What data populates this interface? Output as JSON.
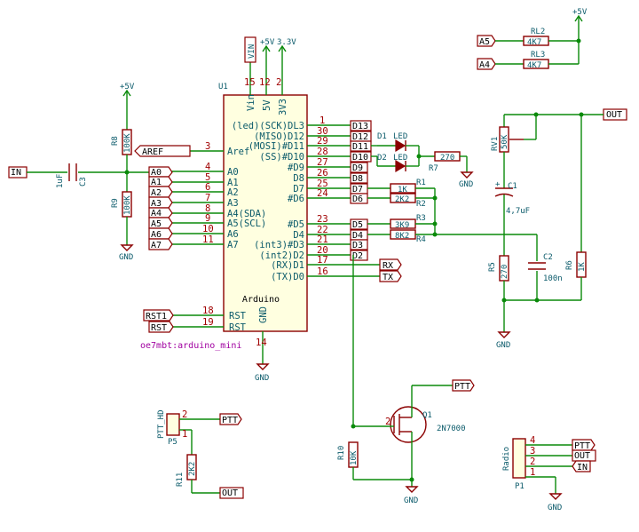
{
  "arduino": {
    "ref": "U1",
    "name": "Arduino",
    "footprint": "oe7mbt:arduino_mini",
    "top_pins": [
      {
        "num": "15",
        "name": "Vin"
      },
      {
        "num": "12",
        "name": "5V"
      },
      {
        "num": "2",
        "name": "3V3"
      }
    ],
    "gnd_pin": {
      "num": "14",
      "name": "GND"
    },
    "left_pins": [
      {
        "num": "3",
        "name": "Aref"
      },
      {
        "num": "4",
        "name": "A0"
      },
      {
        "num": "5",
        "name": "A1"
      },
      {
        "num": "6",
        "name": "A2"
      },
      {
        "num": "7",
        "name": "A3"
      },
      {
        "num": "8",
        "name": "A4(SDA)"
      },
      {
        "num": "9",
        "name": "A5(SCL)"
      },
      {
        "num": "10",
        "name": "A6"
      },
      {
        "num": "11",
        "name": "A7"
      },
      {
        "num": "18",
        "name": "RST"
      },
      {
        "num": "19",
        "name": "RST"
      }
    ],
    "right_pins": [
      {
        "num": "1",
        "name": "(led)(SCK)DL3"
      },
      {
        "num": "30",
        "name": "(MISO)D12"
      },
      {
        "num": "29",
        "name": "(MOSI)#D11"
      },
      {
        "num": "28",
        "name": "(SS)#D10"
      },
      {
        "num": "27",
        "name": "#D9"
      },
      {
        "num": "26",
        "name": "D8"
      },
      {
        "num": "25",
        "name": "D7"
      },
      {
        "num": "24",
        "name": "#D6"
      },
      {
        "num": "23",
        "name": "#D5"
      },
      {
        "num": "22",
        "name": "D4"
      },
      {
        "num": "21",
        "name": "(int3)#D3"
      },
      {
        "num": "20",
        "name": "(int2)D2"
      },
      {
        "num": "17",
        "name": "(RX)D1"
      },
      {
        "num": "16",
        "name": "(TX)D0"
      }
    ]
  },
  "power": {
    "vin": "VIN",
    "v5": "+5V",
    "v33": "3.3V",
    "gnd": "GND"
  },
  "left_labels": [
    "AREF",
    "A0",
    "A1",
    "A2",
    "A3",
    "A4",
    "A5",
    "A6",
    "A7"
  ],
  "reset_labels": [
    "RST1",
    "RST"
  ],
  "d_labels": [
    "D13",
    "D12",
    "D11",
    "D10",
    "D9",
    "D8",
    "D7",
    "D6",
    "D5",
    "D4",
    "D3",
    "D2"
  ],
  "uart_labels": [
    "RX",
    "TX"
  ],
  "in_label": "IN",
  "out_label": "OUT",
  "ptt_label": "PTT",
  "a4_label": "A4",
  "a5_label": "A5",
  "components": {
    "c3": {
      "ref": "C3",
      "value": "1uF"
    },
    "r8": {
      "ref": "R8",
      "value": "100K"
    },
    "r9": {
      "ref": "R9",
      "value": "100K"
    },
    "d1": {
      "ref": "D1",
      "value": "LED"
    },
    "d2": {
      "ref": "D2",
      "value": "LED"
    },
    "r7": {
      "ref": "R7",
      "value": "270"
    },
    "r1": {
      "ref": "R1",
      "value": "1K"
    },
    "r2": {
      "ref": "R2",
      "value": "2K2"
    },
    "r3": {
      "ref": "R3",
      "value": "3K9"
    },
    "r4": {
      "ref": "R4",
      "value": "8K2"
    },
    "rv1": {
      "ref": "RV1",
      "value": "50K"
    },
    "c1": {
      "ref": "C1",
      "value": "4,7uF"
    },
    "c2": {
      "ref": "C2",
      "value": "100n"
    },
    "r5": {
      "ref": "R5",
      "value": "270"
    },
    "r6": {
      "ref": "R6",
      "value": "1K"
    },
    "rl2": {
      "ref": "RL2",
      "value": "4K7"
    },
    "rl3": {
      "ref": "RL3",
      "value": "4K7"
    },
    "q1": {
      "ref": "Q1",
      "value": "2N7000"
    },
    "r10": {
      "ref": "R10",
      "value": "10K"
    },
    "r11": {
      "ref": "R11",
      "value": "2K2"
    },
    "p5": {
      "ref": "P5",
      "value": "PTT_HD"
    },
    "p1": {
      "ref": "P1",
      "value": "Radio"
    }
  }
}
